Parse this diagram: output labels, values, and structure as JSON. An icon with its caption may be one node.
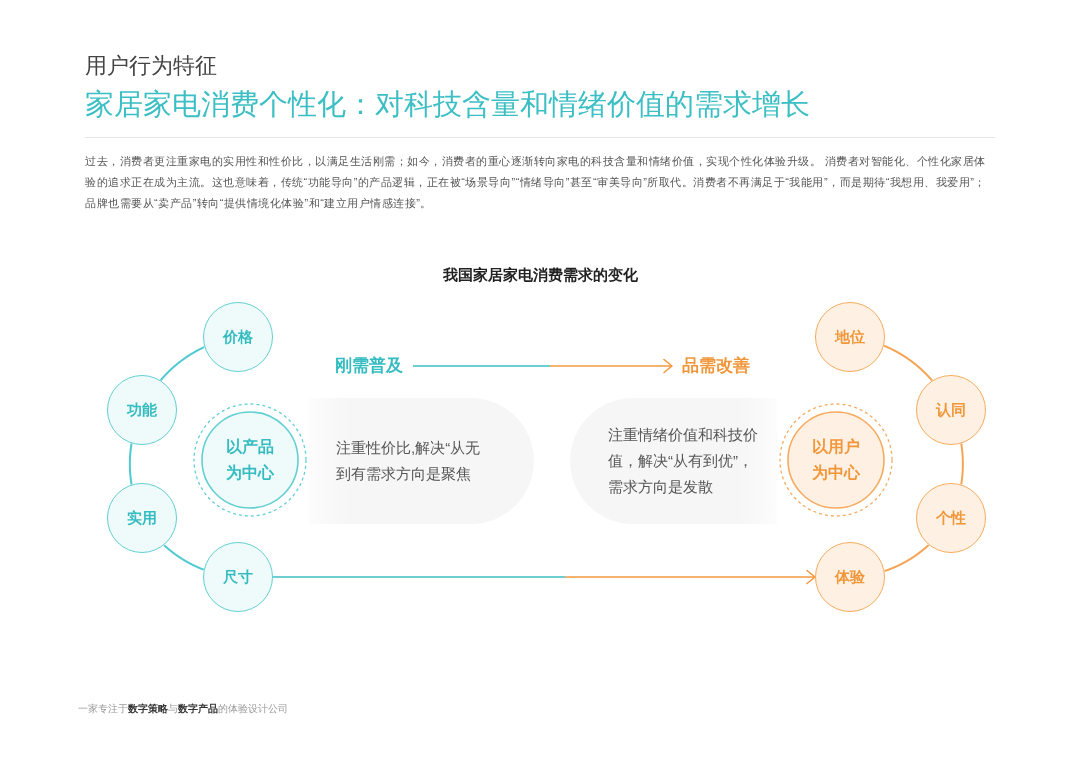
{
  "diagram": {
    "title": "家居家电消费个性化：对科技含量和情绪价值的需求增长",
    "nodes": [
      {
        "text": [
          "价格"
        ]
      },
      {
        "text": [
          "功能"
        ]
      },
      {
        "text": [
          "实用"
        ]
      },
      {
        "text": [
          "尺寸"
        ]
      },
      {
        "text": [
          "以产品为中心"
        ]
      },
      {
        "text": [
          "注重性价比,解决“从无到有需求方向是聚焦"
        ]
      },
      {
        "text": [
          "刚需普及"
        ]
      },
      {
        "text": [
          "品需改善"
        ]
      },
      {
        "text": [
          "注重情绪价值和科技价值，解决“从有到优”，需求方向是发散"
        ]
      },
      {
        "text": [
          "以用户为中心"
        ]
      },
      {
        "text": [
          "地位"
        ]
      },
      {
        "text": [
          "认同"
        ]
      },
      {
        "text": [
          "个性"
        ]
      },
      {
        "text": [
          "体验"
        ]
      }
    ],
    "edges": [
      {
        "from": 0,
        "to": 1,
        "arrow": "none",
        "color": "#4fcad0"
      },
      {
        "from": 1,
        "to": 2,
        "arrow": "none",
        "color": "#4fcad0"
      },
      {
        "from": 2,
        "to": 3,
        "arrow": "none",
        "color": "#4fcad0"
      },
      {
        "from": 6,
        "to": 7,
        "arrow": "to"
      },
      {
        "from": 3,
        "to": 13,
        "arrow": "to"
      },
      {
        "from": 10,
        "to": 11,
        "arrow": "none",
        "color": "#f5a454"
      },
      {
        "from": 11,
        "to": 12,
        "arrow": "none",
        "color": "#f5a454"
      },
      {
        "from": 12,
        "to": 13,
        "arrow": "none",
        "color": "#f5a454"
      }
    ],
    "labels": [
      "用户行为特征",
      "过去，消费者更注重家电的实用性和性价比，以满足生活刚需；如今，消费者的重心逐渐转向家电的科技含量和情绪价值，实现个性化体验升级。 消费者对智能化、个性化家居体验的追求正在成为主流。这也意味着，传统“功能导向”的产品逻辑，正在被“场景导向”“情绪导向”甚至“审美导向”所取代。消费者不再满足于“我能用”，而是期待“我想用、我爱用”；品牌也需要从“卖产品”转向“提供情境化体验”和“建立用户情感连接”。",
      "我国家居家电消费需求的变化",
      "一家专注于**数字策略**与**数字产品**的体验设计公司"
    ]
  }
}
